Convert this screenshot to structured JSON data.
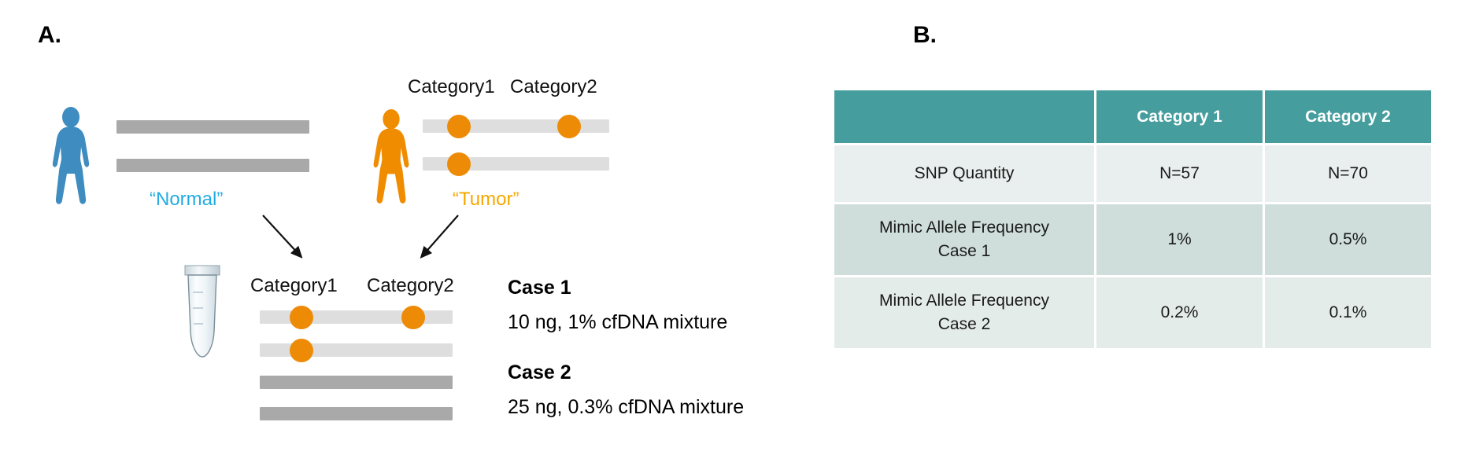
{
  "panels": {
    "a_label": "A.",
    "b_label": "B."
  },
  "panel_a": {
    "normal": {
      "figure_color": "#3E8CC0",
      "caption": "“Normal”",
      "caption_color": "#22ACE3",
      "bar_color": "#a9a9a9",
      "bars": 2
    },
    "tumor": {
      "figure_color": "#F08C00",
      "caption": "“Tumor”",
      "caption_color": "#F5A800",
      "bar_color": "#dedede",
      "dot_color": "#ED8B07",
      "bars": 2,
      "category_headers": [
        "Category1",
        "Category2"
      ],
      "variant_positions": [
        {
          "bar": 1,
          "category": "Category1"
        },
        {
          "bar": 1,
          "category": "Category2"
        },
        {
          "bar": 2,
          "category": "Category1"
        }
      ]
    },
    "mixture": {
      "tube_label": "cfDNA-tube-icon",
      "category_headers": [
        "Category1",
        "Category2"
      ],
      "tumor_bars": 2,
      "normal_bars": 2,
      "dot_color": "#ED8B07",
      "variant_positions": [
        {
          "bar": 1,
          "category": "Category1"
        },
        {
          "bar": 1,
          "category": "Category2"
        },
        {
          "bar": 2,
          "category": "Category1"
        }
      ]
    },
    "cases": [
      {
        "title": "Case 1",
        "description": "10 ng,  1% cfDNA mixture"
      },
      {
        "title": "Case 2",
        "description": "25 ng,  0.3% cfDNA mixture"
      }
    ]
  },
  "chart_data": {
    "type": "table",
    "title": "",
    "header_color": "#469D9D",
    "columns": [
      "",
      "Category 1",
      "Category 2"
    ],
    "rows": [
      {
        "label": "SNP Quantity",
        "values": [
          "N=57",
          "N=70"
        ]
      },
      {
        "label": "Mimic Allele Frequency\nCase 1",
        "label_line1": "Mimic Allele Frequency",
        "label_line2": "Case 1",
        "values": [
          "1%",
          "0.5%"
        ]
      },
      {
        "label": "Mimic Allele Frequency\nCase 2",
        "label_line1": "Mimic Allele Frequency",
        "label_line2": "Case 2",
        "values": [
          "0.2%",
          "0.1%"
        ]
      }
    ]
  }
}
